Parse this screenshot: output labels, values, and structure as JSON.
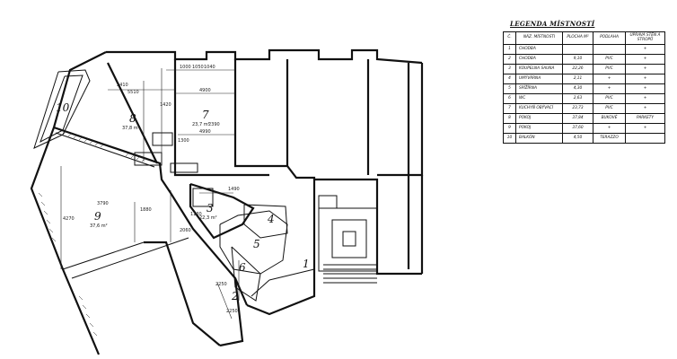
{
  "legend": {
    "title": "LEGENDA MÍSTNOSTÍ",
    "headers": [
      "Č.",
      "NÁZ. MÍSTNOSTI",
      "PLOCHA M²",
      "PODLAHA",
      "ÚPRAVA STĚN A STROPŮ"
    ],
    "rows": [
      [
        "1",
        "CHODBA",
        "",
        "",
        "+"
      ],
      [
        "2",
        "CHODBA",
        "9,10",
        "PVC",
        "+"
      ],
      [
        "3",
        "KOUPELNA SAUNA",
        "22,26",
        "PVC",
        "+"
      ],
      [
        "4",
        "UMÝVÁRNA",
        "2,11",
        "+",
        "+"
      ],
      [
        "5",
        "SPÍŽÍRNA",
        "4,30",
        "+",
        "+"
      ],
      [
        "6",
        "WC",
        "2,63",
        "PVC",
        "+"
      ],
      [
        "7",
        "KUCHYŇ OBÝVACÍ",
        "23,73",
        "PVC",
        "+"
      ],
      [
        "8",
        "POKOJ",
        "37,84",
        "BUKOVÉ",
        "PARKETY"
      ],
      [
        "9",
        "POKOJ",
        "37,60",
        "+",
        "+"
      ],
      [
        "10",
        "BALKÓN",
        "4,50",
        "TERAZZO",
        ""
      ]
    ]
  },
  "plan": {
    "rooms": [
      {
        "num": "1"
      },
      {
        "num": "2"
      },
      {
        "num": "3",
        "area": "22,3 m²"
      },
      {
        "num": "4"
      },
      {
        "num": "5"
      },
      {
        "num": "6"
      },
      {
        "num": "7",
        "area": "23,7 m²"
      },
      {
        "num": "8",
        "area": "37,8 m²"
      },
      {
        "num": "9",
        "area": "37,6 m²"
      },
      {
        "num": "10"
      }
    ],
    "dims": [
      "2410",
      "1000",
      "1050",
      "1040",
      "4900",
      "5510",
      "4990",
      "1420",
      "2390",
      "1300",
      "1880",
      "1130",
      "4270",
      "3790",
      "2060",
      "1490",
      "2250",
      "2250"
    ]
  }
}
